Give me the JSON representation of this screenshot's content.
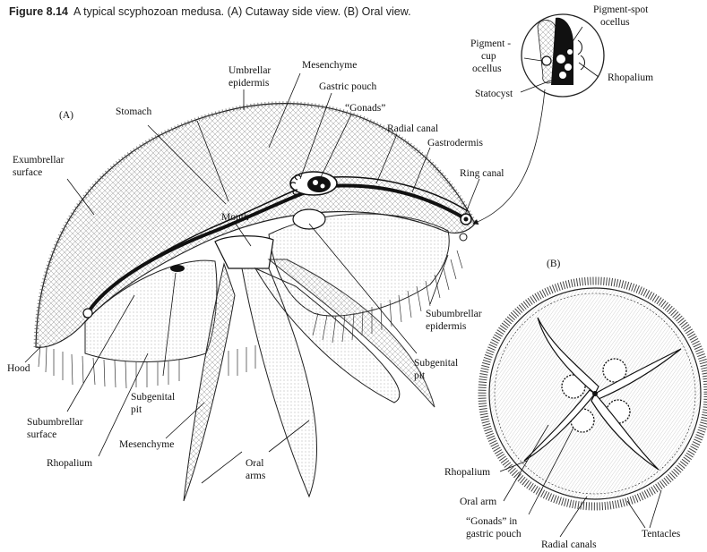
{
  "caption": {
    "figure_number": "Figure 8.14",
    "text": "A typical scyphozoan medusa. (A) Cutaway side view. (B) Oral view."
  },
  "panel_a": {
    "tag": "(A)",
    "labels": {
      "umbrellar_epidermis": [
        "Umbrellar",
        "epidermis"
      ],
      "mesenchyme_top": "Mesenchyme",
      "stomach": "Stomach",
      "gastric_pouch": "Gastric pouch",
      "gonads": "“Gonads”",
      "radial_canal": "Radial canal",
      "gastrodermis": "Gastrodermis",
      "ring_canal": "Ring canal",
      "exumbrellar_surface": [
        "Exumbrellar",
        "surface"
      ],
      "mouth": "Mouth",
      "hood": "Hood",
      "subumbrellar_epidermis": [
        "Subumbrellar",
        "epidermis"
      ],
      "subgenital_pit_right": [
        "Subgenital",
        "pit"
      ],
      "subgenital_pit_left": [
        "Subgenital",
        "pit"
      ],
      "subumbrellar_surface": [
        "Subumbrellar",
        "surface"
      ],
      "rhopalium": "Rhopalium",
      "mesenchyme_bottom": "Mesenchyme",
      "oral_arms": [
        "Oral",
        "arms"
      ]
    }
  },
  "inset": {
    "labels": {
      "pigment_spot_ocellus": [
        "Pigment-spot",
        "ocellus"
      ],
      "pigment_cup_ocellus": [
        "Pigment -",
        "cup",
        "ocellus"
      ],
      "rhopalium": "Rhopalium",
      "statocyst": "Statocyst"
    }
  },
  "panel_b": {
    "tag": "(B)",
    "labels": {
      "rhopalium": "Rhopalium",
      "oral_arm": "Oral arm",
      "gonads_in_gastric_pouch": [
        "“Gonads” in",
        "gastric pouch"
      ],
      "radial_canals": "Radial canals",
      "tentacles": "Tentacles"
    }
  }
}
